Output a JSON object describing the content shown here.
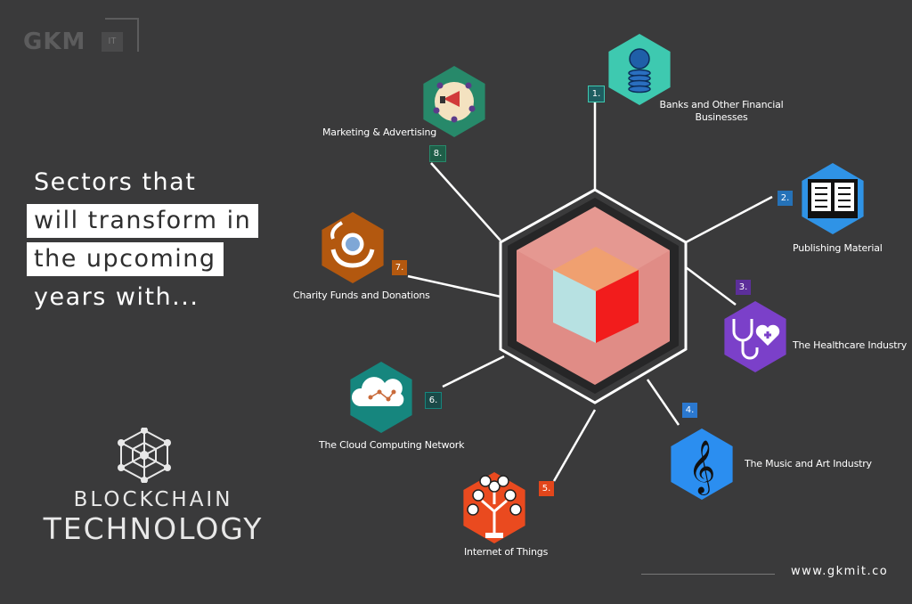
{
  "brand": {
    "logo_text": "GKM",
    "logo_sub": "IT"
  },
  "headline": {
    "line1": "Sectors that",
    "line2": "will transform in",
    "line3": "the upcoming",
    "line4": "years with..."
  },
  "blockchain": {
    "word1": "BLOCKCHAIN",
    "word2": "TECHNOLOGY"
  },
  "sectors": [
    {
      "number": "1.",
      "label_line1": "Banks and Other Financial",
      "label_line2": "Businesses",
      "color": "#3ec9b0",
      "icon": "coins-globe-icon"
    },
    {
      "number": "2.",
      "label_line1": "Publishing Material",
      "label_line2": "",
      "color": "#2f93e6",
      "icon": "open-book-icon"
    },
    {
      "number": "3.",
      "label_line1": "The Healthcare Industry",
      "label_line2": "",
      "color": "#7b40c9",
      "icon": "stethoscope-heart-icon"
    },
    {
      "number": "4.",
      "label_line1": "The Music and Art Industry",
      "label_line2": "",
      "color": "#2b8ef0",
      "icon": "treble-clef-icon"
    },
    {
      "number": "5.",
      "label_line1": "Internet of Things",
      "label_line2": "",
      "color": "#ea4a1f",
      "icon": "device-tree-icon"
    },
    {
      "number": "6.",
      "label_line1": "The Cloud Computing Network",
      "label_line2": "",
      "color": "#16867e",
      "icon": "cloud-network-icon"
    },
    {
      "number": "7.",
      "label_line1": "Charity Funds and Donations",
      "label_line2": "",
      "color": "#b3580f",
      "icon": "giving-hands-icon"
    },
    {
      "number": "8.",
      "label_line1": "Marketing & Advertising",
      "label_line2": "",
      "color": "#27896a",
      "icon": "megaphone-icon"
    }
  ],
  "footer": {
    "url": "www.gkmit.co"
  }
}
